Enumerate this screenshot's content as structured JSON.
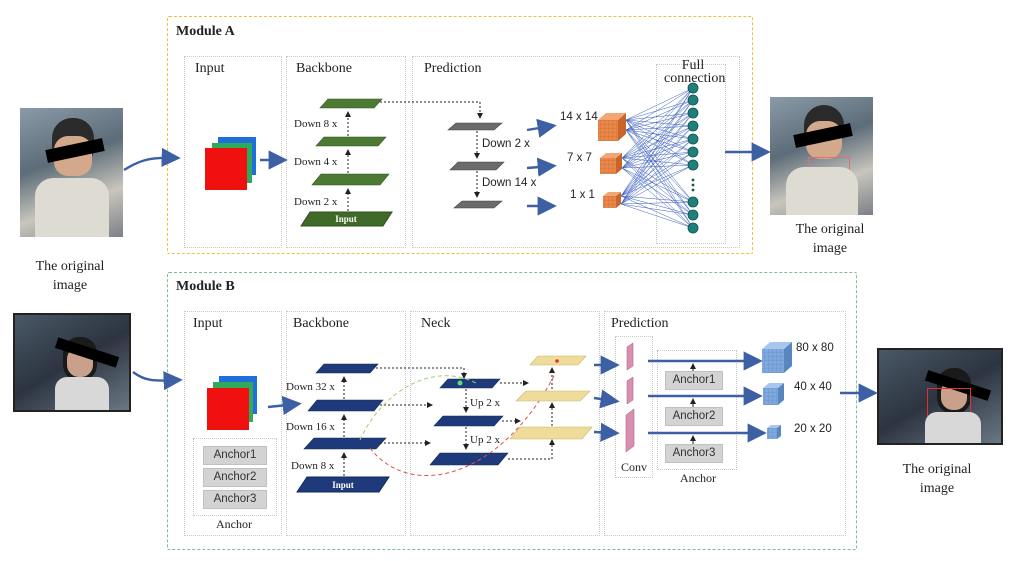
{
  "modules": {
    "a": {
      "title": "Module A"
    },
    "b": {
      "title": "Module B"
    }
  },
  "module_a": {
    "input_title": "Input",
    "backbone_title": "Backbone",
    "prediction_title": "Prediction",
    "full_connection_line1": "Full",
    "full_connection_line2": "connection",
    "backbone_down_labels": [
      "Down 8 x",
      "Down 4 x",
      "Down 2 x"
    ],
    "backbone_input_label": "Input",
    "prediction_down_labels": [
      "Down 2 x",
      "Down 14 x"
    ],
    "grid_labels": [
      "14 x 14",
      "7 x 7",
      "1 x 1"
    ]
  },
  "module_b": {
    "input_title": "Input",
    "backbone_title": "Backbone",
    "neck_title": "Neck",
    "prediction_title": "Prediction",
    "anchors": [
      "Anchor1",
      "Anchor2",
      "Anchor3"
    ],
    "anchor_caption": "Anchor",
    "backbone_down_labels": [
      "Down 32 x",
      "Down 16 x",
      "Down 8 x"
    ],
    "backbone_input_label": "Input",
    "neck_up_labels": [
      "Up 2 x",
      "Up 2 x"
    ],
    "conv_label": "Conv",
    "grid_labels": [
      "80 x 80",
      "40 x 40",
      "20 x 20"
    ]
  },
  "captions": {
    "left_a": [
      "The original",
      "image"
    ],
    "right_a": [
      "The original",
      "image"
    ],
    "right_b": [
      "The original",
      "image"
    ]
  },
  "colors": {
    "module_a_border": "#f0c040",
    "module_b_border": "#7fbf8f",
    "arrow_blue": "#3d5fa3",
    "layer_green": "#4d7a33",
    "layer_navy": "#1f3a7a",
    "layer_gray": "#6b6b6b",
    "layer_tan": "#efdb9a",
    "cube_orange": "#e8874a",
    "cube_blue": "#7fa8de",
    "node_teal": "#1f7f7a",
    "conv_pink": "#d98fb1"
  }
}
